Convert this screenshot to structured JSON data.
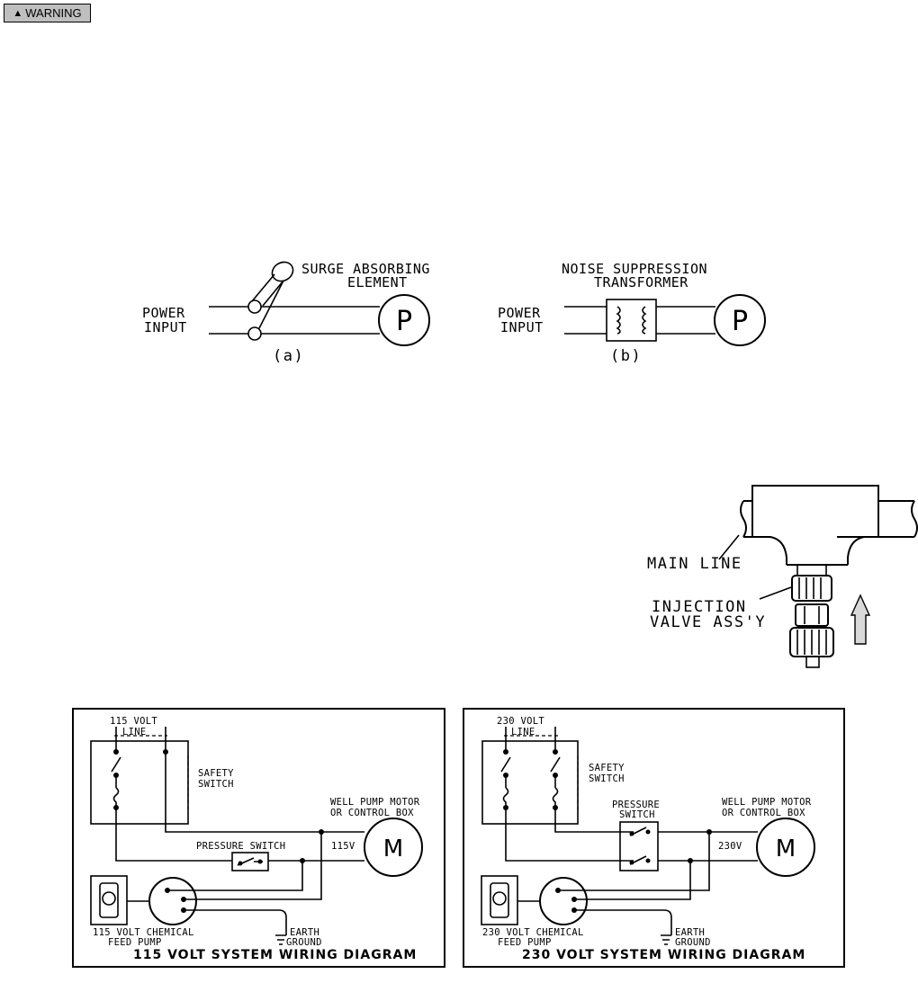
{
  "warning": {
    "label": "WARNING"
  },
  "diagram_a": {
    "element_label": [
      "SURGE ABSORBING",
      "ELEMENT"
    ],
    "input_label": [
      "POWER",
      "INPUT"
    ],
    "pump_symbol": "P",
    "caption": "(a)"
  },
  "diagram_b": {
    "element_label": [
      "NOISE SUPPRESSION",
      "TRANSFORMER"
    ],
    "input_label": [
      "POWER",
      "INPUT"
    ],
    "pump_symbol": "P",
    "caption": "(b)"
  },
  "injection": {
    "main_line": "MAIN LINE",
    "valve_label": [
      "INJECTION",
      "VALVE ASS'Y"
    ]
  },
  "wiring_115": {
    "line_label": [
      "115 VOLT",
      "LINE"
    ],
    "safety_switch": [
      "SAFETY",
      "SWITCH"
    ],
    "pressure_switch": "PRESSURE SWITCH",
    "motor_label": [
      "WELL PUMP MOTOR",
      "OR CONTROL BOX"
    ],
    "voltage": "115V",
    "motor_symbol": "M",
    "feed_pump": [
      "115 VOLT CHEMICAL",
      "FEED PUMP"
    ],
    "ground": [
      "EARTH",
      "GROUND"
    ],
    "title": "115 VOLT SYSTEM WIRING DIAGRAM"
  },
  "wiring_230": {
    "line_label": [
      "230 VOLT",
      "LINE"
    ],
    "safety_switch": [
      "SAFETY",
      "SWITCH"
    ],
    "pressure_switch": [
      "PRESSURE",
      "SWITCH"
    ],
    "motor_label": [
      "WELL PUMP MOTOR",
      "OR CONTROL BOX"
    ],
    "voltage": "230V",
    "motor_symbol": "M",
    "feed_pump": [
      "230 VOLT CHEMICAL",
      "FEED PUMP"
    ],
    "ground": [
      "EARTH",
      "GROUND"
    ],
    "title": "230 VOLT SYSTEM WIRING DIAGRAM"
  }
}
